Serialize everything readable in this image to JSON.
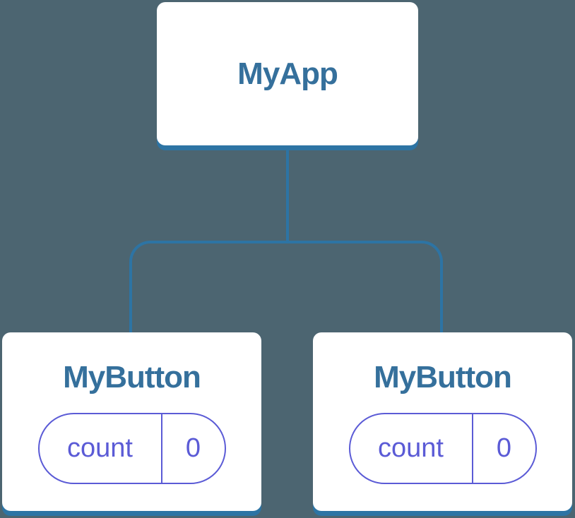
{
  "diagram": {
    "background_color": "#4C6571",
    "connector_color": "#2D74A4",
    "title_color": "#35709C",
    "state_color": "#5B5BD6",
    "parent": {
      "label": "MyApp"
    },
    "children": [
      {
        "label": "MyButton",
        "state": {
          "key": "count",
          "value": "0"
        }
      },
      {
        "label": "MyButton",
        "state": {
          "key": "count",
          "value": "0"
        }
      }
    ]
  }
}
